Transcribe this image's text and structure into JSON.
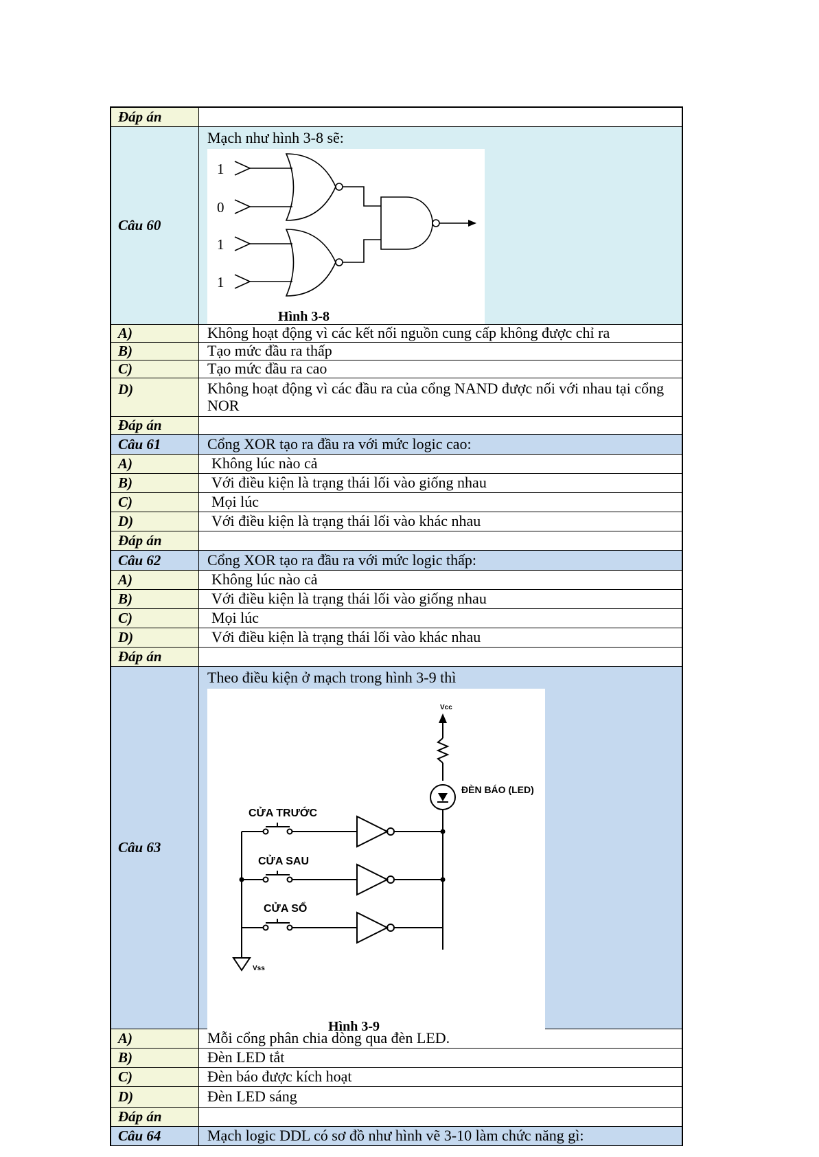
{
  "answer_label": "Đáp án",
  "q60": {
    "label": "Câu 60",
    "text": "Mạch như hình 3-8 sẽ:",
    "figure": {
      "inputs": [
        "1",
        "0",
        "1",
        "1"
      ],
      "caption": "Hình 3-8"
    },
    "options": [
      {
        "key": "A)",
        "text": "Không hoạt động vì các kết nối nguồn cung cấp không được chỉ ra"
      },
      {
        "key": "B)",
        "text": "Tạo mức đầu ra thấp"
      },
      {
        "key": "C)",
        "text": "Tạo mức đầu ra cao"
      },
      {
        "key": "D)",
        "text": " Không hoạt động vì các đầu ra của cổng NAND được nối với nhau tại cổng NOR"
      }
    ]
  },
  "q61": {
    "label": "Câu 61",
    "text": "Cổng XOR tạo ra đầu ra với mức logic cao:",
    "options": [
      {
        "key": "A)",
        "text": "Không lúc nào cả"
      },
      {
        "key": "B)",
        "text": "Với điều kiện là trạng thái lối vào giống nhau"
      },
      {
        "key": "C)",
        "text": "Mọi lúc"
      },
      {
        "key": "D)",
        "text": "Với điều kiện là trạng thái lối vào khác nhau"
      }
    ]
  },
  "q62": {
    "label": "Câu 62",
    "text": "Cổng XOR tạo ra đầu ra với mức logic thấp:",
    "options": [
      {
        "key": "A)",
        "text": "Không lúc nào cả"
      },
      {
        "key": "B)",
        "text": "Với điều kiện là trạng thái lối vào giống nhau"
      },
      {
        "key": "C)",
        "text": "Mọi lúc"
      },
      {
        "key": "D)",
        "text": "Với điều kiện là trạng thái lối vào khác nhau"
      }
    ]
  },
  "q63": {
    "label": "Câu 63",
    "text": "Theo điều kiện ở mạch trong hình 3-9 thì",
    "figure": {
      "vcc": "Vcc",
      "led_label": "ĐÈN BÁO (LED)",
      "switches": [
        "CỬA TRƯỚC",
        "CỬA SAU",
        "CỬA SỔ"
      ],
      "vss": "Vss",
      "caption": "Hình 3-9"
    },
    "options": [
      {
        "key": "A)",
        "text": "Mỗi cổng phân chia dòng qua đèn LED."
      },
      {
        "key": "B)",
        "text": "Đèn LED tắt"
      },
      {
        "key": "C)",
        "text": "Đèn báo được kích hoạt"
      },
      {
        "key": "D)",
        "text": " Đèn LED sáng"
      }
    ]
  },
  "q64": {
    "label": "Câu 64",
    "text": "Mạch logic DDL có sơ đồ như hình vẽ 3-10 làm chức năng gì:"
  }
}
